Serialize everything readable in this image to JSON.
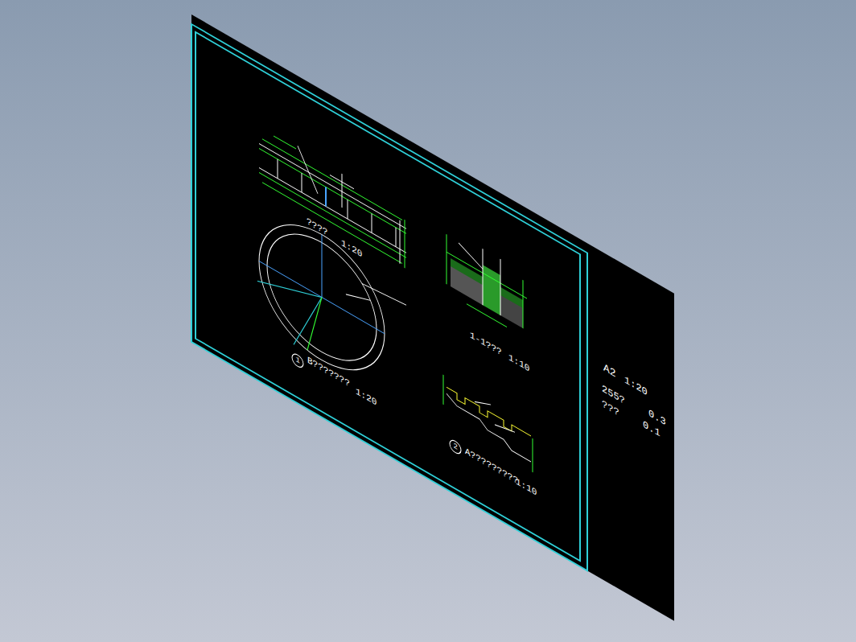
{
  "diagram": {
    "labels": [
      "????",
      "1:20",
      "1",
      "B???????",
      "1:20",
      "1-1???",
      "1:10",
      "2",
      "A?????????",
      "1:10",
      "A2",
      "1:20",
      "255?",
      "???",
      "0.3",
      "0.1"
    ]
  }
}
